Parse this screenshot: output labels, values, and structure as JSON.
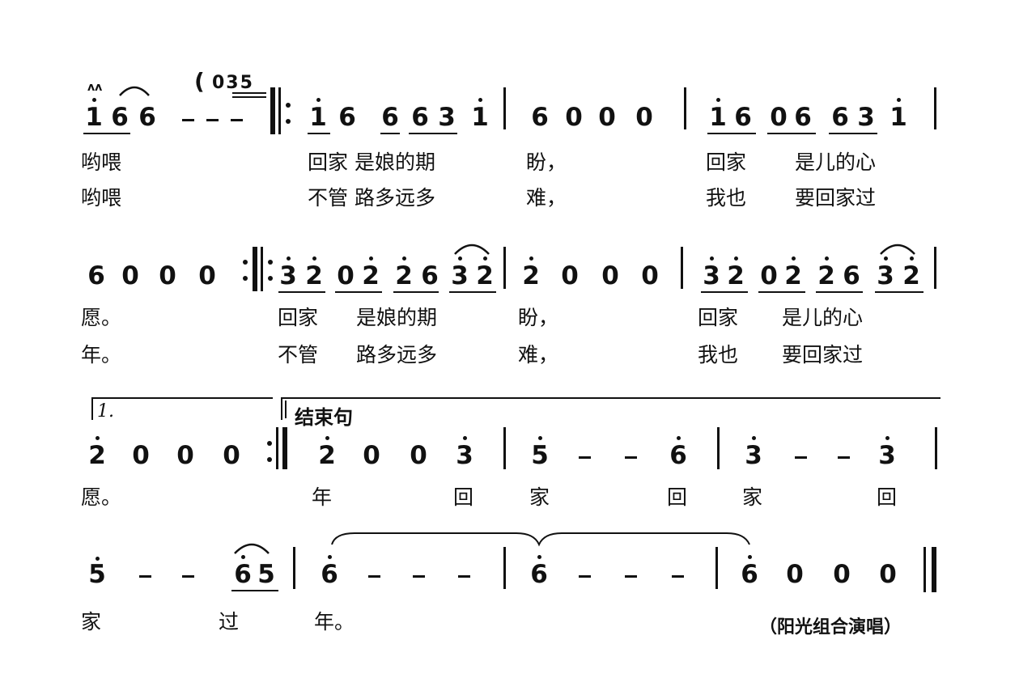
{
  "intro": {
    "paren_open": "(",
    "pickup_notes": "035"
  },
  "volta": {
    "first_ending": "1.",
    "coda_label": "结束句"
  },
  "credit": "（阳光组合演唱）",
  "systems": [
    {
      "lyrics": [
        [
          "哟喂",
          "回家 是娘的期",
          "盼，",
          "回家",
          "是儿的心"
        ],
        [
          "哟喂",
          "不管 路多远多",
          "难，",
          "我也",
          "要回家过"
        ]
      ]
    },
    {
      "lyrics": [
        [
          "愿。",
          "回家",
          "是娘的期",
          "盼，",
          "回家",
          "是儿的心"
        ],
        [
          "年。",
          "不管",
          "路多远多",
          "难，",
          "我也",
          "要回家过"
        ]
      ]
    },
    {
      "lyrics": [
        [
          "愿。",
          "年",
          "回",
          "家",
          "回",
          "家",
          "回"
        ]
      ]
    },
    {
      "lyrics": [
        [
          "家",
          "过",
          "年。"
        ]
      ]
    }
  ],
  "notes": {
    "s1": [
      "1",
      "6",
      "6",
      "-",
      "-",
      "-",
      "1",
      "6",
      "6",
      "6",
      "3",
      "1",
      "6",
      "0",
      "0",
      "0",
      "1",
      "6",
      "0",
      "6",
      "6",
      "3",
      "1"
    ],
    "s2": [
      "6",
      "0",
      "0",
      "0",
      "3",
      "2",
      "0",
      "2",
      "2",
      "6",
      "3",
      "2",
      "2",
      "0",
      "0",
      "0",
      "3",
      "2",
      "0",
      "2",
      "2",
      "6",
      "3",
      "2"
    ],
    "s3": [
      "2",
      "0",
      "0",
      "0",
      "2",
      "0",
      "0",
      "3",
      "5",
      "-",
      "-",
      "6",
      "3",
      "-",
      "-",
      "3"
    ],
    "s4": [
      "5",
      "-",
      "-",
      "6",
      "5",
      "6",
      "-",
      "-",
      "-",
      "6",
      "-",
      "-",
      "-",
      "6",
      "0",
      "0",
      "0"
    ]
  }
}
